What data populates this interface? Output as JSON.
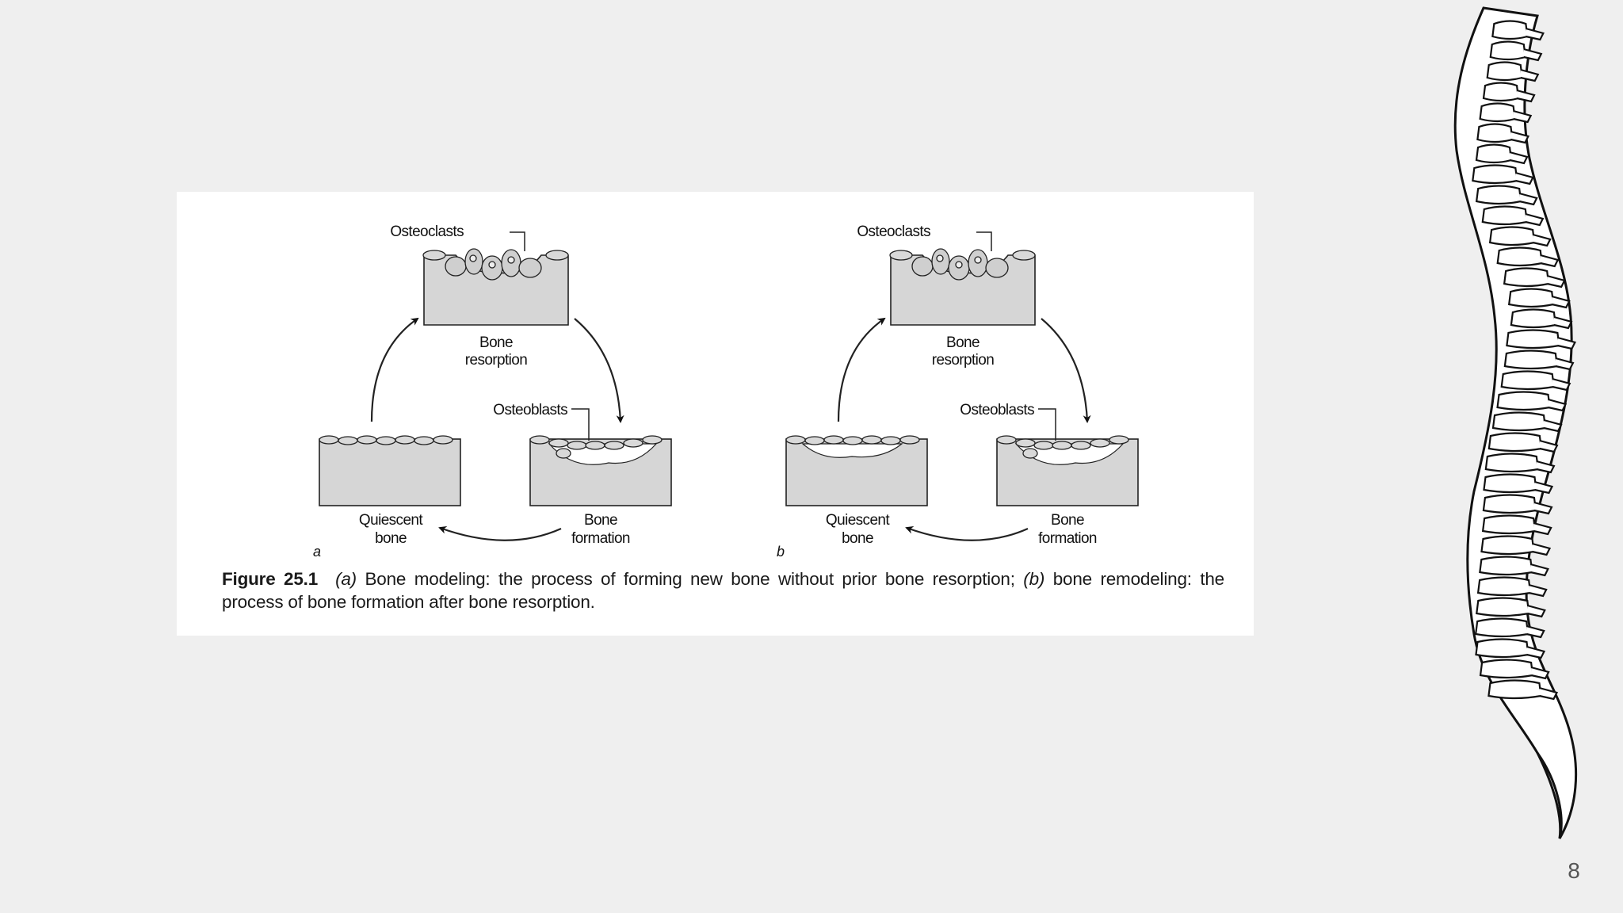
{
  "figure": {
    "panels": [
      {
        "letter": "a",
        "osteoclasts": "Osteoclasts",
        "osteoblasts": "Osteoblasts",
        "resorption": [
          "Bone",
          "resorption"
        ],
        "formation": [
          "Bone",
          "formation"
        ],
        "quiescent": [
          "Quiescent",
          "bone"
        ]
      },
      {
        "letter": "b",
        "osteoclasts": "Osteoclasts",
        "osteoblasts": "Osteoblasts",
        "resorption": [
          "Bone",
          "resorption"
        ],
        "formation": [
          "Bone",
          "formation"
        ],
        "quiescent": [
          "Quiescent",
          "bone"
        ]
      }
    ],
    "caption": {
      "number": "Figure 25.1",
      "a_marker": "(a)",
      "a_text": " Bone modeling: the process of forming new bone without prior bone resorption; ",
      "b_marker": "(b)",
      "b_text": " bone remodeling: the process of bone formation after bone resorption."
    }
  },
  "decoration": {
    "spine": "spine-illustration"
  },
  "page_number": "8"
}
